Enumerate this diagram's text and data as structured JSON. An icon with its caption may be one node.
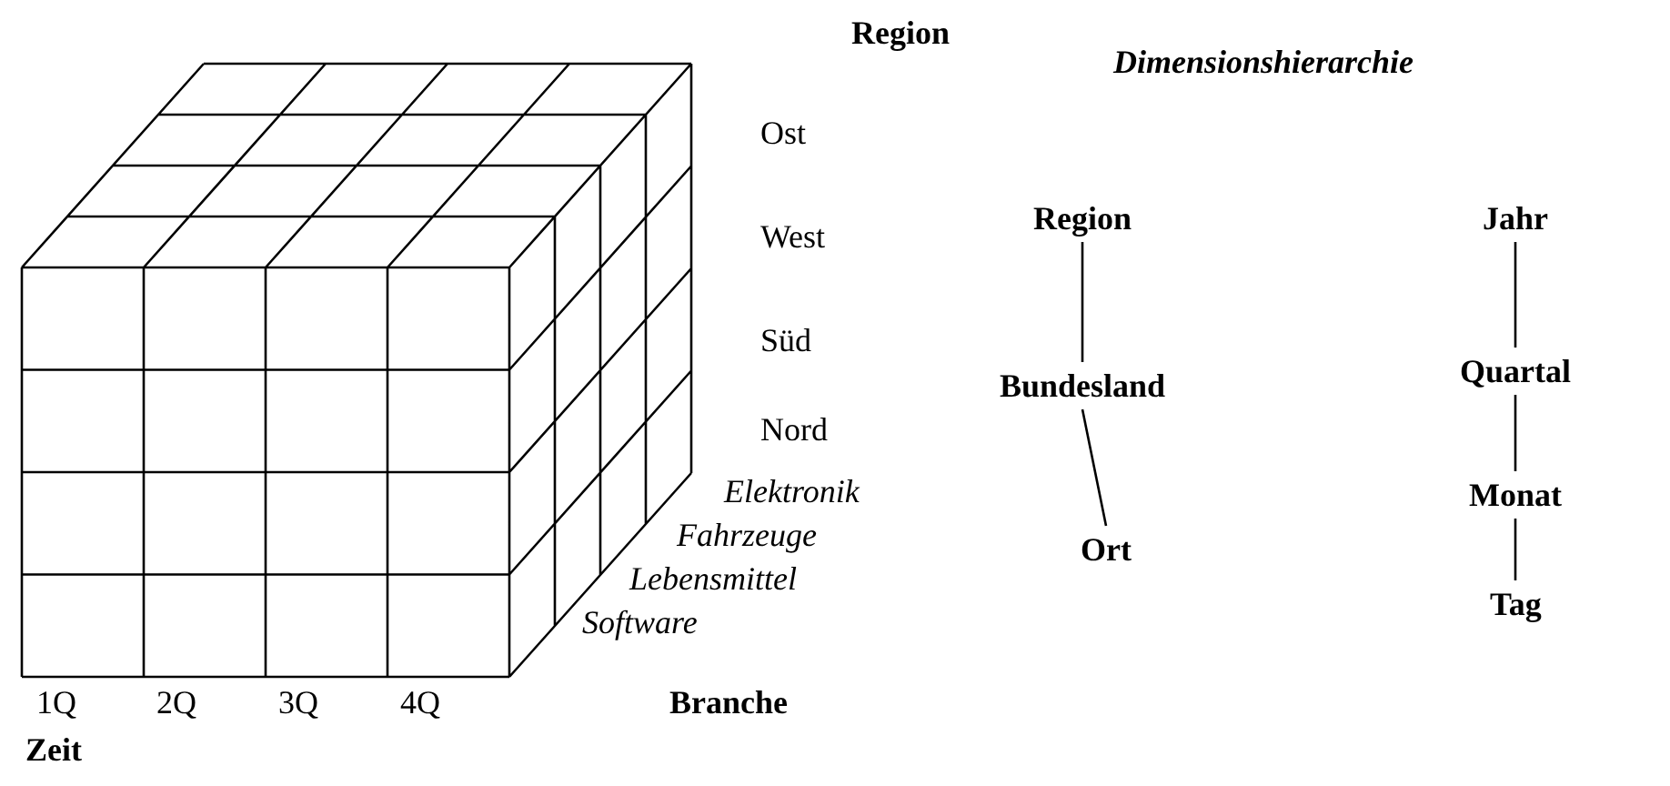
{
  "diagram": {
    "title": "Dimensionshierarchie",
    "nodes": [
      {
        "text": [
          "Region"
        ]
      },
      {
        "text": [
          "Bundesland"
        ]
      },
      {
        "text": [
          "Ort"
        ]
      },
      {
        "text": [
          "Jahr"
        ]
      },
      {
        "text": [
          "Quartal"
        ]
      },
      {
        "text": [
          "Monat"
        ]
      },
      {
        "text": [
          "Tag"
        ]
      }
    ],
    "edges": [
      {
        "from": 0,
        "to": 1,
        "arrow": "none"
      },
      {
        "from": 1,
        "to": 2,
        "arrow": "none"
      },
      {
        "from": 3,
        "to": 4,
        "arrow": "none"
      },
      {
        "from": 4,
        "to": 5,
        "arrow": "none"
      },
      {
        "from": 5,
        "to": 6,
        "arrow": "none"
      }
    ],
    "labels": [
      "Region",
      "Ost",
      "West",
      "Süd",
      "Nord",
      "Elektronik",
      "Fahrzeuge",
      "Lebensmittel",
      "Software",
      "1Q",
      "2Q",
      "3Q",
      "4Q",
      "Branche",
      "Zeit"
    ]
  }
}
